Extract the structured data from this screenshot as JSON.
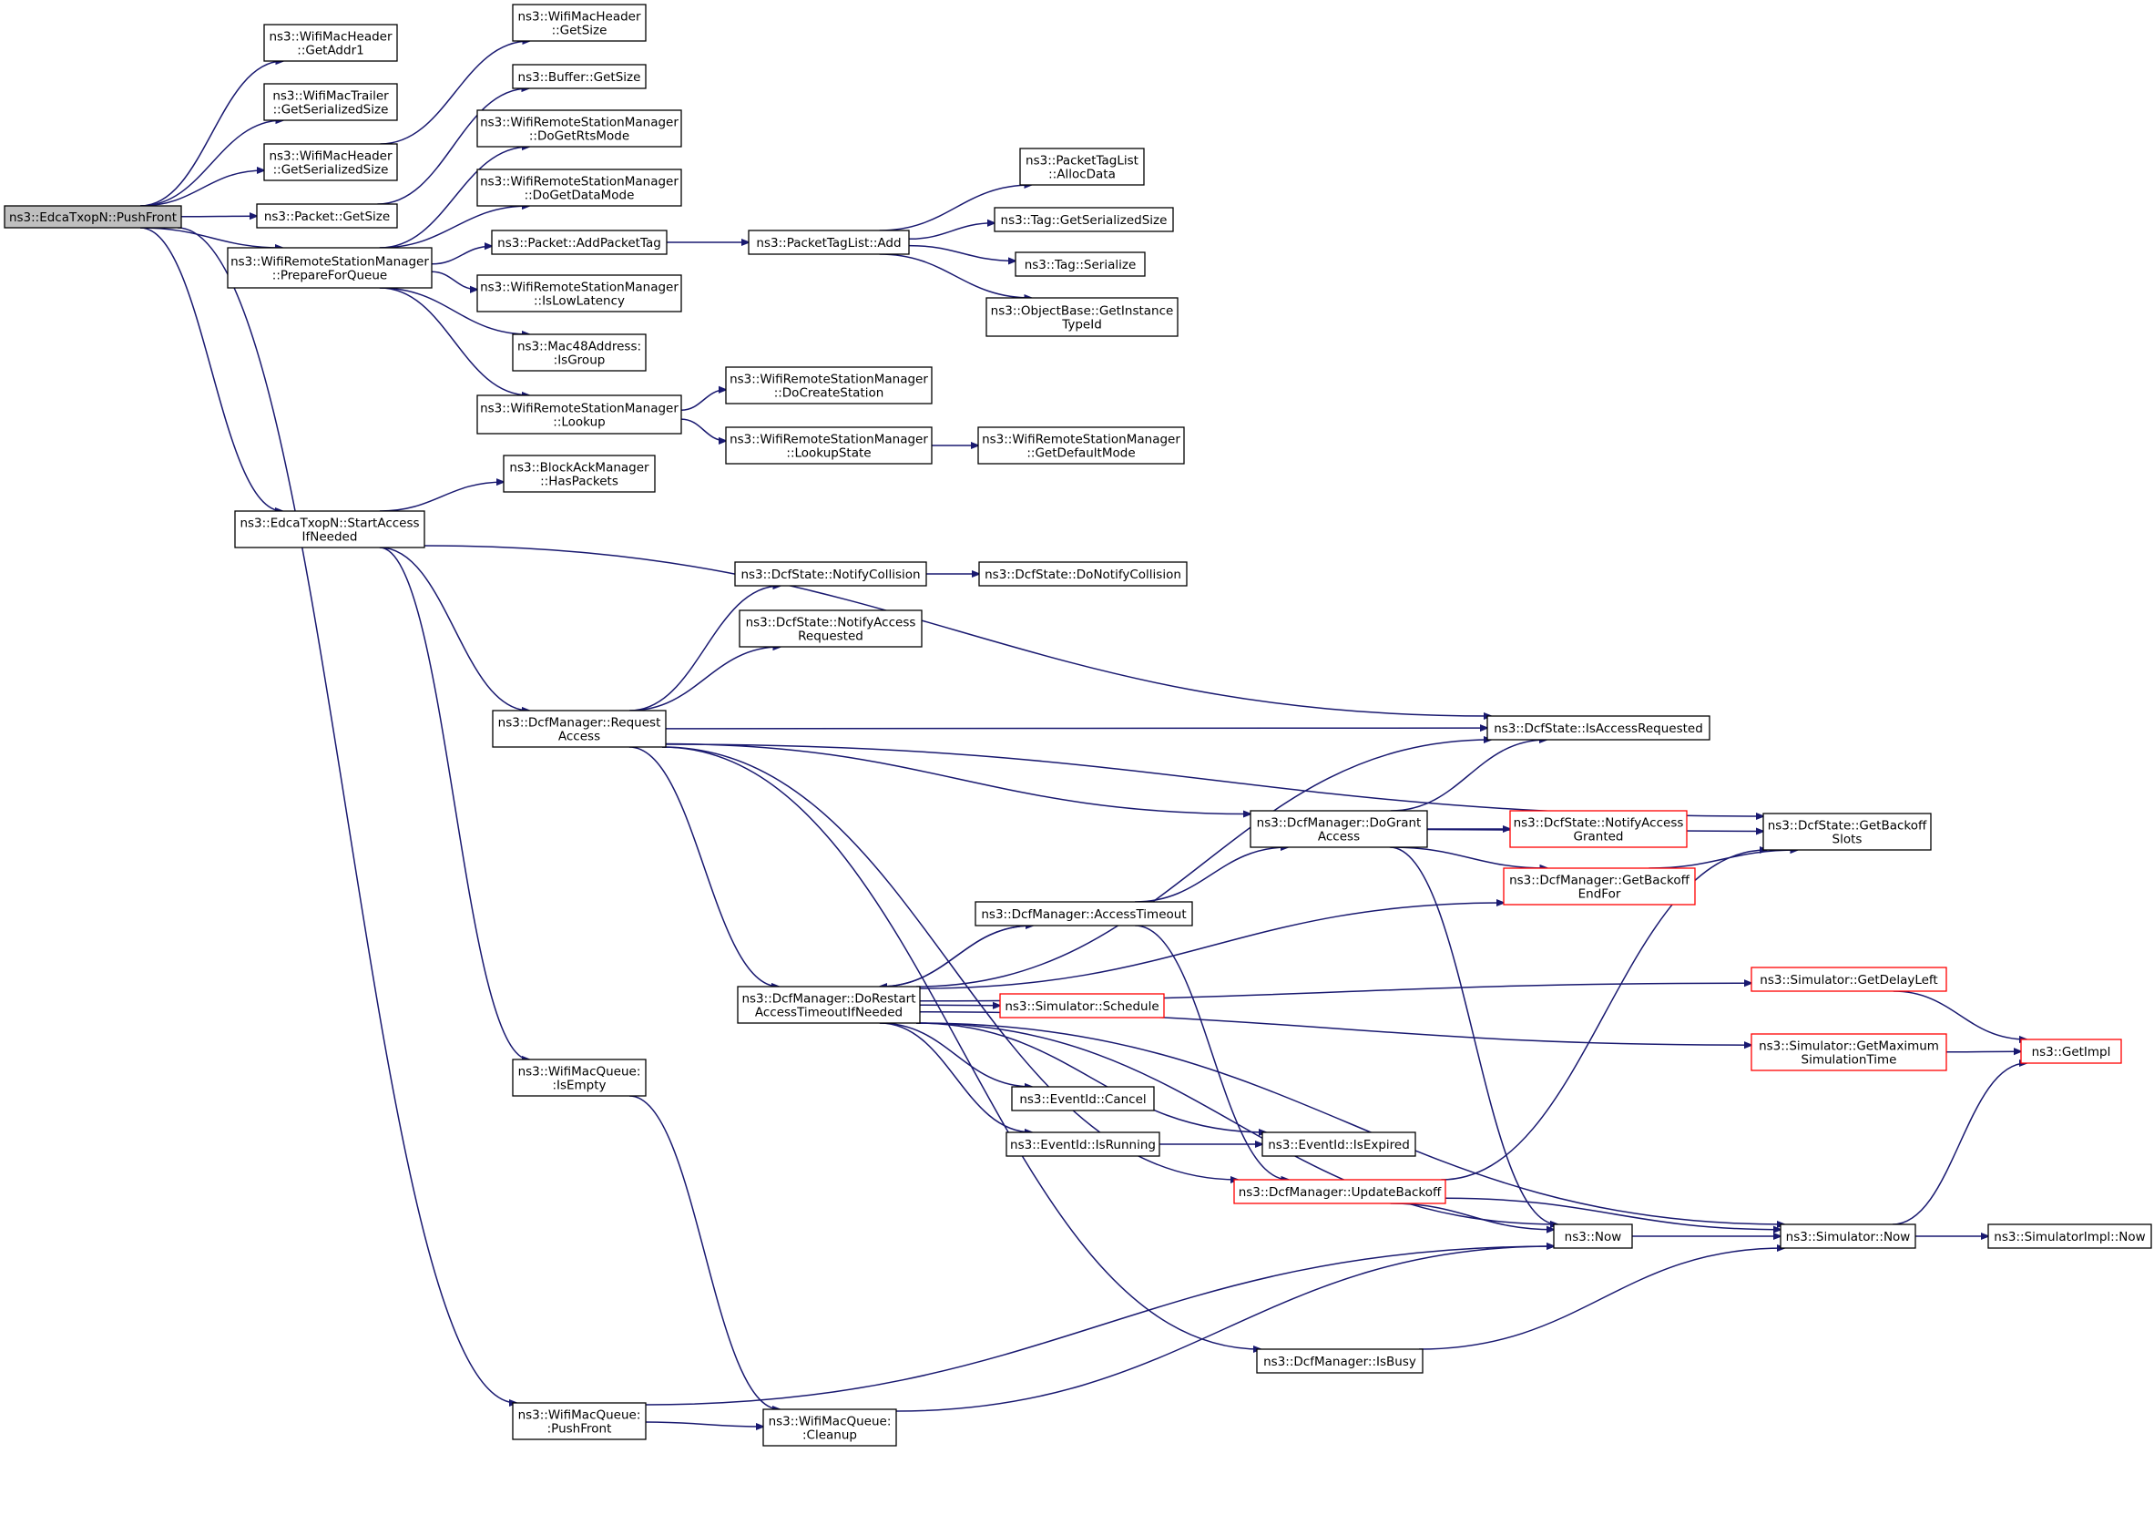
{
  "colors": {
    "edge": "#191970",
    "node_border": "#000000",
    "node_border_truncated": "#ff0000",
    "root_fill": "#bfbfbf",
    "background": "#ffffff"
  },
  "nodes": [
    {
      "id": "pushfront",
      "lines": [
        "ns3::EdcaTxopN::PushFront"
      ],
      "style": "root"
    },
    {
      "id": "getaddr1",
      "lines": [
        "ns3::WifiMacHeader",
        "::GetAddr1"
      ]
    },
    {
      "id": "trailer_size",
      "lines": [
        "ns3::WifiMacTrailer",
        "::GetSerializedSize"
      ]
    },
    {
      "id": "hdr_size",
      "lines": [
        "ns3::WifiMacHeader",
        "::GetSerializedSize"
      ]
    },
    {
      "id": "pkt_getsize",
      "lines": [
        "ns3::Packet::GetSize"
      ]
    },
    {
      "id": "prepare",
      "lines": [
        "ns3::WifiRemoteStationManager",
        "::PrepareForQueue"
      ]
    },
    {
      "id": "startaccess",
      "lines": [
        "ns3::EdcaTxopN::StartAccess",
        "IfNeeded"
      ]
    },
    {
      "id": "wmq_pushfront",
      "lines": [
        "ns3::WifiMacQueue:",
        ":PushFront"
      ]
    },
    {
      "id": "hdr_getsize",
      "lines": [
        "ns3::WifiMacHeader",
        "::GetSize"
      ]
    },
    {
      "id": "buf_getsize",
      "lines": [
        "ns3::Buffer::GetSize"
      ]
    },
    {
      "id": "dogetrts",
      "lines": [
        "ns3::WifiRemoteStationManager",
        "::DoGetRtsMode"
      ]
    },
    {
      "id": "dogetdata",
      "lines": [
        "ns3::WifiRemoteStationManager",
        "::DoGetDataMode"
      ]
    },
    {
      "id": "addpackettag",
      "lines": [
        "ns3::Packet::AddPacketTag"
      ]
    },
    {
      "id": "islowlat",
      "lines": [
        "ns3::WifiRemoteStationManager",
        "::IsLowLatency"
      ]
    },
    {
      "id": "isgroup",
      "lines": [
        "ns3::Mac48Address:",
        ":IsGroup"
      ]
    },
    {
      "id": "lookup",
      "lines": [
        "ns3::WifiRemoteStationManager",
        "::Lookup"
      ]
    },
    {
      "id": "ptl_add",
      "lines": [
        "ns3::PacketTagList::Add"
      ]
    },
    {
      "id": "ptl_alloc",
      "lines": [
        "ns3::PacketTagList",
        "::AllocData"
      ]
    },
    {
      "id": "tag_size",
      "lines": [
        "ns3::Tag::GetSerializedSize"
      ]
    },
    {
      "id": "tag_ser",
      "lines": [
        "ns3::Tag::Serialize"
      ]
    },
    {
      "id": "getinstance",
      "lines": [
        "ns3::ObjectBase::GetInstance",
        "TypeId"
      ]
    },
    {
      "id": "docreate",
      "lines": [
        "ns3::WifiRemoteStationManager",
        "::DoCreateStation"
      ]
    },
    {
      "id": "lookupstate",
      "lines": [
        "ns3::WifiRemoteStationManager",
        "::LookupState"
      ]
    },
    {
      "id": "getdefmode",
      "lines": [
        "ns3::WifiRemoteStationManager",
        "::GetDefaultMode"
      ]
    },
    {
      "id": "hasframes",
      "lines": [
        "ns3::BlockAckManager",
        "::HasPackets"
      ]
    },
    {
      "id": "notifycoll",
      "lines": [
        "ns3::DcfState::NotifyCollision"
      ]
    },
    {
      "id": "donotifycoll",
      "lines": [
        "ns3::DcfState::DoNotifyCollision"
      ]
    },
    {
      "id": "notifyaccessreq",
      "lines": [
        "ns3::DcfState::NotifyAccess",
        "Requested"
      ]
    },
    {
      "id": "requestaccess",
      "lines": [
        "ns3::DcfManager::Request",
        "Access"
      ]
    },
    {
      "id": "isaccessreq",
      "lines": [
        "ns3::DcfState::IsAccessRequested"
      ]
    },
    {
      "id": "dogrant",
      "lines": [
        "ns3::DcfManager::DoGrant",
        "Access"
      ]
    },
    {
      "id": "notifygranted",
      "lines": [
        "ns3::DcfState::NotifyAccess",
        "Granted"
      ],
      "style": "red"
    },
    {
      "id": "getbackoffslots",
      "lines": [
        "ns3::DcfState::GetBackoff",
        "Slots"
      ]
    },
    {
      "id": "getbackoffend",
      "lines": [
        "ns3::DcfManager::GetBackoff",
        "EndFor"
      ],
      "style": "red"
    },
    {
      "id": "accesstimeout",
      "lines": [
        "ns3::DcfManager::AccessTimeout"
      ]
    },
    {
      "id": "dorestart",
      "lines": [
        "ns3::DcfManager::DoRestart",
        "AccessTimeoutIfNeeded"
      ]
    },
    {
      "id": "sched",
      "lines": [
        "ns3::Simulator::Schedule"
      ],
      "style": "red"
    },
    {
      "id": "getdelayleft",
      "lines": [
        "ns3::Simulator::GetDelayLeft"
      ],
      "style": "red"
    },
    {
      "id": "getmaxsim",
      "lines": [
        "ns3::Simulator::GetMaximum",
        "SimulationTime"
      ],
      "style": "red"
    },
    {
      "id": "getimpl",
      "lines": [
        "ns3::GetImpl"
      ],
      "style": "red"
    },
    {
      "id": "evcancel",
      "lines": [
        "ns3::EventId::Cancel"
      ]
    },
    {
      "id": "evrunning",
      "lines": [
        "ns3::EventId::IsRunning"
      ]
    },
    {
      "id": "evexpired",
      "lines": [
        "ns3::EventId::IsExpired"
      ]
    },
    {
      "id": "updatebackoff",
      "lines": [
        "ns3::DcfManager::UpdateBackoff"
      ],
      "style": "red"
    },
    {
      "id": "now",
      "lines": [
        "ns3::Now"
      ]
    },
    {
      "id": "simnow",
      "lines": [
        "ns3::Simulator::Now"
      ]
    },
    {
      "id": "implnow",
      "lines": [
        "ns3::SimulatorImpl::Now"
      ]
    },
    {
      "id": "wmq_isempty",
      "lines": [
        "ns3::WifiMacQueue:",
        ":IsEmpty"
      ]
    },
    {
      "id": "isbusy",
      "lines": [
        "ns3::DcfManager::IsBusy"
      ]
    },
    {
      "id": "cleanup",
      "lines": [
        "ns3::WifiMacQueue:",
        ":Cleanup"
      ]
    }
  ],
  "edges": [
    [
      "pushfront",
      "getaddr1"
    ],
    [
      "pushfront",
      "trailer_size"
    ],
    [
      "pushfront",
      "hdr_size"
    ],
    [
      "pushfront",
      "pkt_getsize"
    ],
    [
      "pushfront",
      "prepare"
    ],
    [
      "pushfront",
      "startaccess"
    ],
    [
      "pushfront",
      "wmq_pushfront"
    ],
    [
      "hdr_size",
      "hdr_getsize"
    ],
    [
      "pkt_getsize",
      "buf_getsize"
    ],
    [
      "prepare",
      "dogetrts"
    ],
    [
      "prepare",
      "dogetdata"
    ],
    [
      "prepare",
      "addpackettag"
    ],
    [
      "prepare",
      "islowlat"
    ],
    [
      "prepare",
      "isgroup"
    ],
    [
      "prepare",
      "lookup"
    ],
    [
      "addpackettag",
      "ptl_add"
    ],
    [
      "ptl_add",
      "ptl_alloc"
    ],
    [
      "ptl_add",
      "tag_size"
    ],
    [
      "ptl_add",
      "tag_ser"
    ],
    [
      "ptl_add",
      "getinstance"
    ],
    [
      "lookup",
      "docreate"
    ],
    [
      "lookup",
      "lookupstate"
    ],
    [
      "lookupstate",
      "getdefmode"
    ],
    [
      "startaccess",
      "hasframes"
    ],
    [
      "startaccess",
      "isaccessreq"
    ],
    [
      "startaccess",
      "requestaccess"
    ],
    [
      "startaccess",
      "wmq_isempty"
    ],
    [
      "requestaccess",
      "notifycoll"
    ],
    [
      "requestaccess",
      "notifyaccessreq"
    ],
    [
      "requestaccess",
      "getbackoffslots"
    ],
    [
      "requestaccess",
      "isaccessreq"
    ],
    [
      "requestaccess",
      "dogrant"
    ],
    [
      "requestaccess",
      "dorestart"
    ],
    [
      "requestaccess",
      "updatebackoff"
    ],
    [
      "requestaccess",
      "isbusy"
    ],
    [
      "notifycoll",
      "donotifycoll"
    ],
    [
      "dogrant",
      "isaccessreq"
    ],
    [
      "dogrant",
      "getbackoffslots"
    ],
    [
      "dogrant",
      "notifygranted"
    ],
    [
      "dogrant",
      "getbackoffend"
    ],
    [
      "dogrant",
      "now"
    ],
    [
      "getbackoffend",
      "getbackoffslots"
    ],
    [
      "accesstimeout",
      "dogrant"
    ],
    [
      "accesstimeout",
      "dorestart"
    ],
    [
      "accesstimeout",
      "updatebackoff"
    ],
    [
      "dorestart",
      "isaccessreq"
    ],
    [
      "dorestart",
      "getbackoffend"
    ],
    [
      "dorestart",
      "accesstimeout"
    ],
    [
      "dorestart",
      "sched"
    ],
    [
      "dorestart",
      "getdelayleft"
    ],
    [
      "dorestart",
      "getmaxsim"
    ],
    [
      "dorestart",
      "evcancel"
    ],
    [
      "dorestart",
      "evrunning"
    ],
    [
      "dorestart",
      "evexpired"
    ],
    [
      "dorestart",
      "now"
    ],
    [
      "dorestart",
      "simnow"
    ],
    [
      "evrunning",
      "evexpired"
    ],
    [
      "getdelayleft",
      "getimpl"
    ],
    [
      "getmaxsim",
      "getimpl"
    ],
    [
      "updatebackoff",
      "getbackoffslots"
    ],
    [
      "updatebackoff",
      "now"
    ],
    [
      "updatebackoff",
      "simnow"
    ],
    [
      "now",
      "simnow"
    ],
    [
      "simnow",
      "getimpl"
    ],
    [
      "simnow",
      "implnow"
    ],
    [
      "isbusy",
      "simnow"
    ],
    [
      "wmq_isempty",
      "cleanup"
    ],
    [
      "wmq_pushfront",
      "cleanup"
    ],
    [
      "wmq_pushfront",
      "now"
    ],
    [
      "cleanup",
      "now"
    ]
  ]
}
